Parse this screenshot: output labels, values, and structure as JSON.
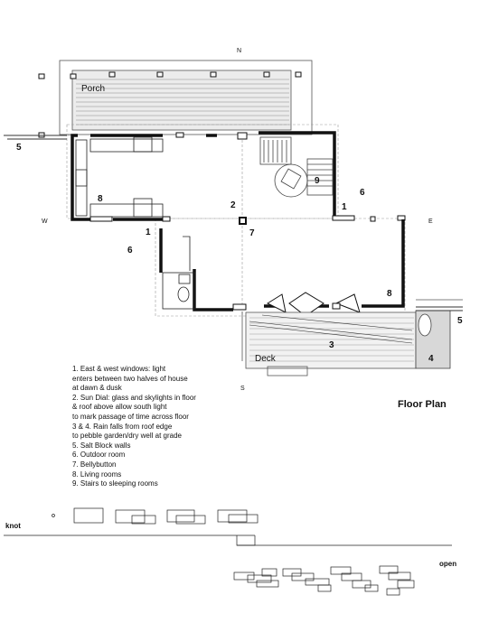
{
  "compass": {
    "north": "N",
    "south": "S",
    "east": "E",
    "west": "W"
  },
  "rooms": {
    "porch": "Porch",
    "deck": "Deck"
  },
  "markers": [
    "1",
    "2",
    "3",
    "4",
    "5",
    "6",
    "7",
    "8",
    "9"
  ],
  "title": "Floor Plan",
  "legend": [
    "1. East & west windows: light\nenters between two halves of house\nat dawn & dusk",
    "2. Sun Dial: glass and skylights in floor\n& roof above allow south light\nto mark passage of time across floor",
    "3 & 4.  Rain falls from roof edge\nto pebble garden/dry well at grade",
    "5. Salt Block walls",
    "6. Outdoor room",
    "7. Bellybutton",
    "8. Living rooms",
    "9. Stairs to sleeping rooms"
  ],
  "diagram_words": {
    "left": "knot",
    "right": "open"
  }
}
